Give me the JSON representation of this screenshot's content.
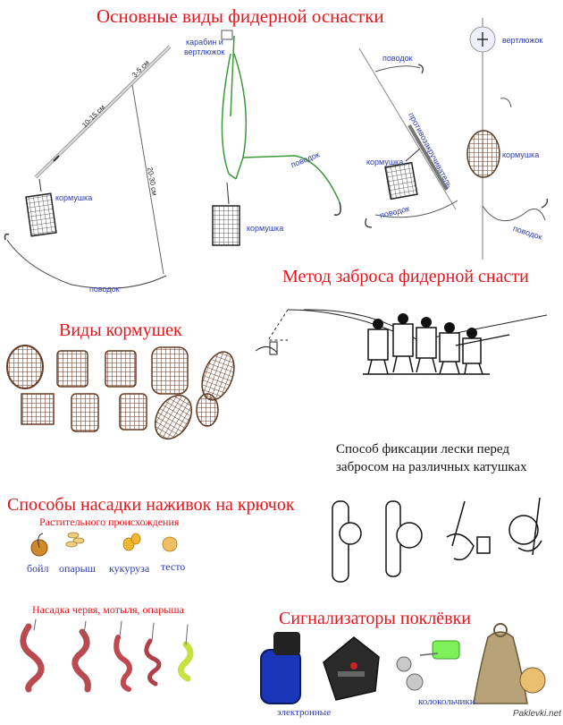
{
  "titles": {
    "main": "Основные виды фидерной оснастки",
    "casting": "Метод заброса фидерной снасти",
    "feeders": "Виды кормушек",
    "bait": "Способы насадки наживок на крючок",
    "alarms": "Сигнализаторы поклёвки",
    "line_fix": "Способ фиксации лески перед забросом на различных катушках"
  },
  "rig1": {
    "feeder": "кормушка",
    "leader": "поводок",
    "dim_a": "3-5 см",
    "dim_b": "10-15 см",
    "dim_c": "20-30 см"
  },
  "rig2": {
    "carabiner": "карабин и",
    "swivel": "вертлюжок",
    "leader": "поводок",
    "feeder": "кормушка"
  },
  "rig3": {
    "leader_top": "поводок",
    "anti_twist": "противозакручиватель",
    "feeder": "кормушка",
    "leader_bottom": "поводок"
  },
  "rig4": {
    "swivel": "вертлюжок",
    "feeder": "кормушка",
    "leader": "поводок"
  },
  "bait": {
    "plant_origin": "Растительного происхождения",
    "items": [
      "бойл",
      "опарыш",
      "кукуруза",
      "тесто"
    ],
    "worm_title": "Насадка червя, мотыля, опарыша"
  },
  "alarms": {
    "electronic": "электронные",
    "bells": "колокольчики"
  },
  "watermark": "Paklevki.net",
  "colors": {
    "title_red": "#e8141b",
    "label_blue": "#2d3bb0",
    "line_green": "#3a9a3a",
    "rust_brown": "#7a4a2e",
    "alarm_blue": "#1a36b8"
  }
}
